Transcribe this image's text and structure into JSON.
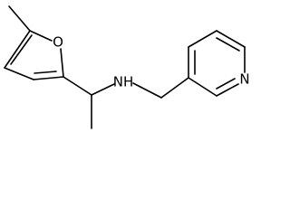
{
  "molecule": {
    "atoms": [
      {
        "id": "o_furan",
        "label": "O"
      },
      {
        "id": "nh_amine",
        "label": "NH"
      },
      {
        "id": "n_pyridine",
        "label": "N"
      }
    ],
    "colors": {
      "bond": "#000000",
      "label": "#000000",
      "background": "#ffffff"
    }
  }
}
